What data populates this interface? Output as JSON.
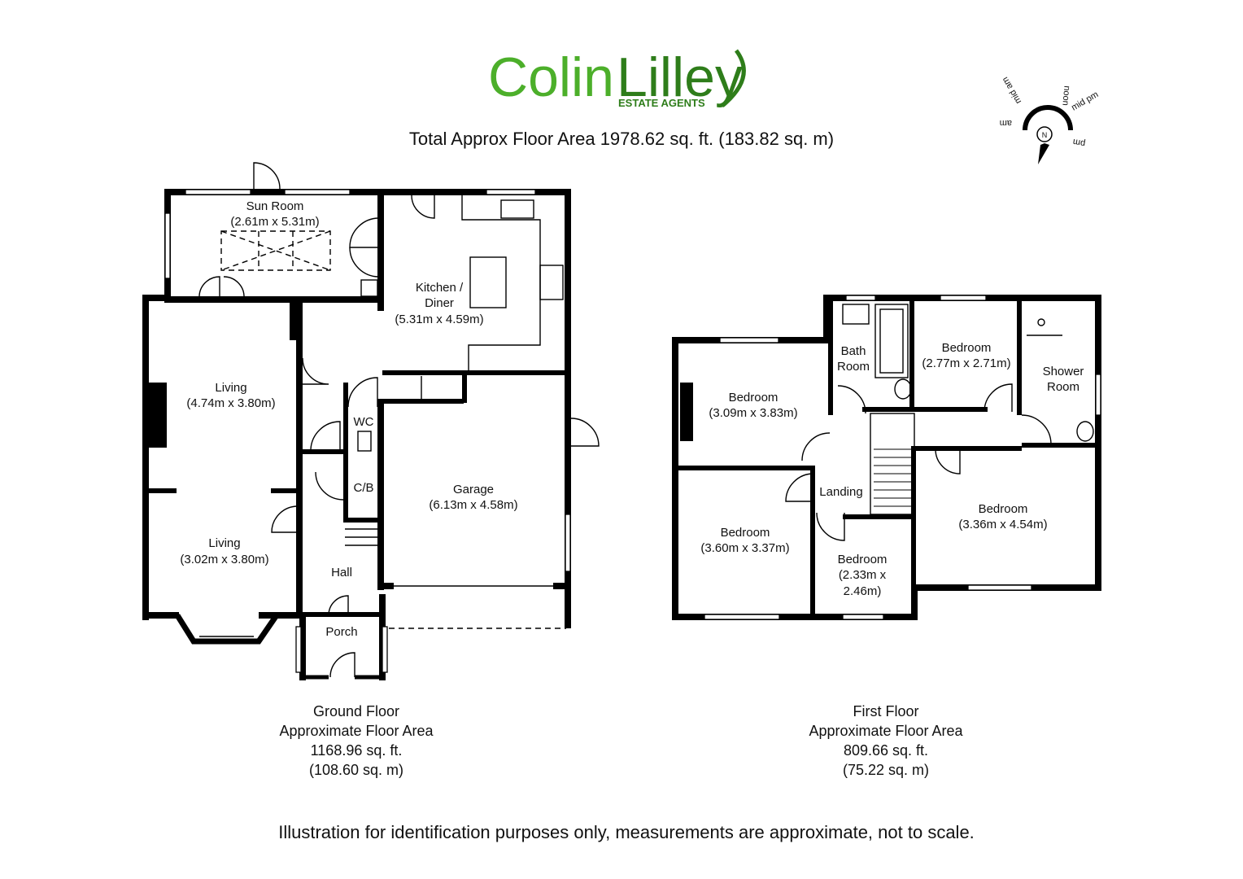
{
  "brand": {
    "name_part1": "Colin",
    "name_part2": "Lilley",
    "tagline": "ESTATE AGENTS",
    "green": "#4caf2a",
    "dark_green": "#2e7d1a"
  },
  "total_area": "Total Approx Floor Area 1978.62 sq. ft. (183.82 sq. m)",
  "compass": {
    "icon": "compass-sun-path-icon",
    "labels": {
      "am": "am",
      "mid_am": "mid am",
      "noon": "noon",
      "mid_pm": "mid pm",
      "pm": "pm",
      "north": "N"
    }
  },
  "ground_floor": {
    "rooms": {
      "sun_room": {
        "name": "Sun Room",
        "size": "(2.61m x 5.31m)"
      },
      "kitchen": {
        "name1": "Kitchen /",
        "name2": "Diner",
        "size": "(5.31m x 4.59m)"
      },
      "living1": {
        "name": "Living",
        "size": "(4.74m x 3.80m)"
      },
      "living2": {
        "name": "Living",
        "size": "(3.02m x 3.80m)"
      },
      "wc": {
        "name": "WC"
      },
      "cb": {
        "name": "C/B"
      },
      "garage": {
        "name": "Garage",
        "size": "(6.13m x 4.58m)"
      },
      "hall": {
        "name": "Hall"
      },
      "porch": {
        "name": "Porch"
      }
    },
    "caption": {
      "title": "Ground Floor",
      "line2": "Approximate Floor Area",
      "sqft": "1168.96 sq. ft.",
      "sqm": "(108.60 sq. m)"
    }
  },
  "first_floor": {
    "rooms": {
      "bath": {
        "name1": "Bath",
        "name2": "Room"
      },
      "bed_top": {
        "name": "Bedroom",
        "size": "(2.77m x 2.71m)"
      },
      "shower": {
        "name1": "Shower",
        "name2": "Room"
      },
      "bed_left": {
        "name": "Bedroom",
        "size": "(3.09m x 3.83m)"
      },
      "landing": {
        "name": "Landing"
      },
      "bed_bl": {
        "name": "Bedroom",
        "size": "(3.60m x 3.37m)"
      },
      "bed_small": {
        "name": "Bedroom",
        "size1": "(2.33m x",
        "size2": "2.46m)"
      },
      "bed_right": {
        "name": "Bedroom",
        "size": "(3.36m x 4.54m)"
      }
    },
    "caption": {
      "title": "First Floor",
      "line2": "Approximate Floor Area",
      "sqft": "809.66 sq. ft.",
      "sqm": "(75.22 sq. m)"
    }
  },
  "disclaimer": "Illustration for identification purposes only, measurements are approximate, not to scale."
}
